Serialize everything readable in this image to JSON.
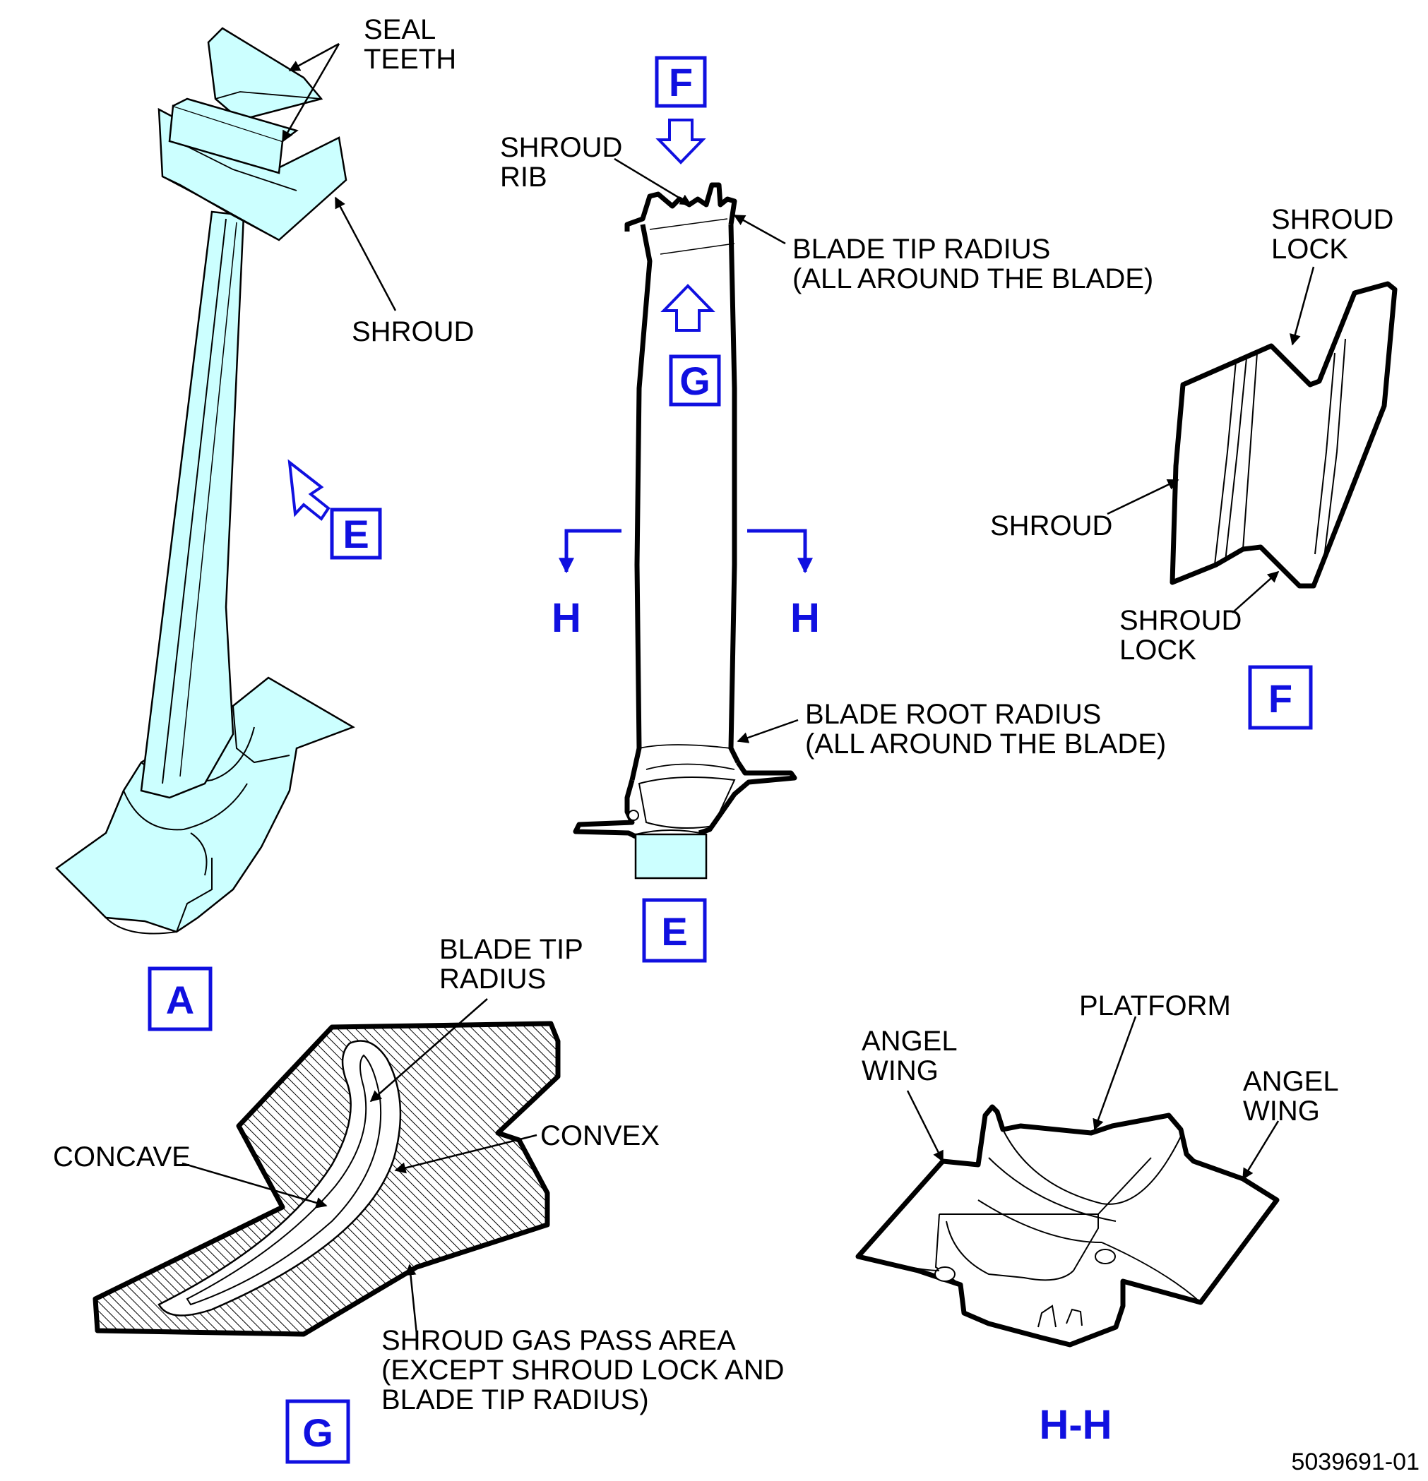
{
  "colors": {
    "accent_blue": "#1010e0",
    "part_fill": "#ccffff",
    "outline": "#000000",
    "background": "#ffffff"
  },
  "views": {
    "a": {
      "box_letter": "A"
    },
    "e": {
      "box_letter": "E",
      "arrow_letter": "E"
    },
    "f": {
      "box_letter": "F",
      "arrow_letter": "F"
    },
    "g": {
      "box_letter": "G",
      "arrow_letter": "G"
    },
    "h": {
      "cut_left": "H",
      "cut_right": "H",
      "section_title": "H-H"
    }
  },
  "labels": {
    "seal_teeth": [
      "SEAL",
      "TEETH"
    ],
    "shroud_a": "SHROUD",
    "shroud_rib": [
      "SHROUD",
      "RIB"
    ],
    "blade_tip_radius_e": [
      "BLADE TIP RADIUS",
      "(ALL AROUND THE BLADE)"
    ],
    "blade_root_radius": [
      "BLADE ROOT RADIUS",
      "(ALL AROUND THE BLADE)"
    ],
    "shroud_lock_top": [
      "SHROUD",
      "LOCK"
    ],
    "shroud_f": "SHROUD",
    "shroud_lock_bottom": [
      "SHROUD",
      "LOCK"
    ],
    "blade_tip_radius_g": [
      "BLADE TIP",
      "RADIUS"
    ],
    "convex": "CONVEX",
    "concave": "CONCAVE",
    "shroud_gas_pass": [
      "SHROUD GAS PASS AREA",
      "(EXCEPT SHROUD LOCK AND",
      "BLADE TIP RADIUS)"
    ],
    "platform": "PLATFORM",
    "angel_wing_left": [
      "ANGEL",
      "WING"
    ],
    "angel_wing_right": [
      "ANGEL",
      "WING"
    ]
  },
  "figure_ref": "5039691-01"
}
